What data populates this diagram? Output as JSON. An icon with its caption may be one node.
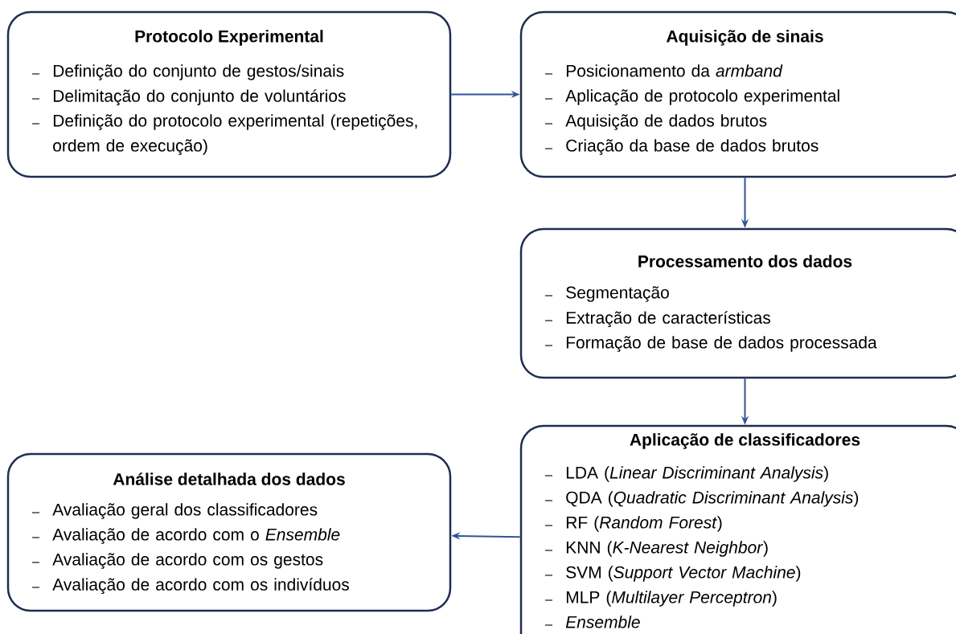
{
  "diagram": {
    "nodes": [
      {
        "text": [
          "Protocolo Experimental",
          "Definição do conjunto de gestos/sinais",
          "Delimitação do conjunto de voluntários",
          "Definição do protocolo experimental (repetições, ordem de execução)"
        ]
      },
      {
        "text": [
          "Aquisição de sinais",
          "Posicionamento da *armband*",
          "Aplicação de protocolo experimental",
          "Aquisição de dados brutos",
          "Criação da base de dados brutos"
        ]
      },
      {
        "text": [
          "Processamento dos dados",
          "Segmentação",
          "Extração de características",
          "Formação de base de dados processada"
        ]
      },
      {
        "text": [
          "Aplicação de classificadores",
          "LDA (*Linear Discriminant Analysis*)",
          "QDA (*Quadratic Discriminant Analysis*)",
          "RF (*Random Forest*)",
          "KNN (*K-Nearest Neighbor*)",
          "SVM (*Support Vector Machine*)",
          "MLP (*Multilayer Perceptron*)",
          "*Ensemble*"
        ]
      },
      {
        "text": [
          "Análise detalhada dos dados",
          "Avaliação geral dos classificadores",
          "Avaliação de acordo com o *Ensemble*",
          "Avaliação de acordo com os gestos",
          "Avaliação de acordo com os indivíduos"
        ]
      }
    ],
    "edges": [
      {
        "from": 0,
        "to": 1,
        "arrow": "to"
      },
      {
        "from": 1,
        "to": 2,
        "arrow": "to"
      },
      {
        "from": 2,
        "to": 3,
        "arrow": "to"
      },
      {
        "from": 3,
        "to": 4,
        "arrow": "to"
      }
    ]
  }
}
